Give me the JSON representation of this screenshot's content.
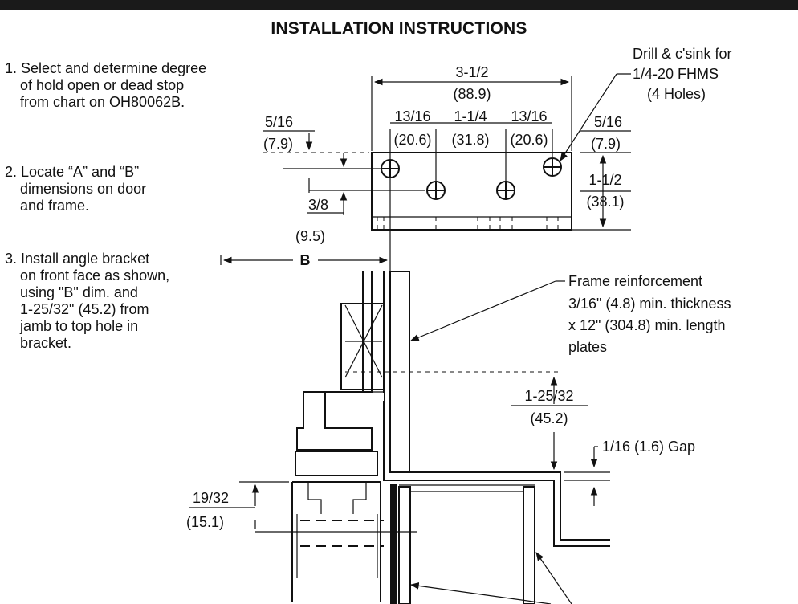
{
  "heading": "INSTALLATION INSTRUCTIONS",
  "steps": [
    {
      "lines": [
        "1. Select and determine degree",
        "of hold open or dead stop",
        "from chart on OH80062B."
      ]
    },
    {
      "lines": [
        "2. Locate “A” and “B”",
        "dimensions on door",
        "and frame."
      ]
    },
    {
      "lines": [
        "3. Install angle bracket",
        "on front face as shown,",
        "using \"B\" dim. and",
        "1-25/32\" (45.2) from",
        "jamb to top hole in",
        "bracket."
      ]
    }
  ],
  "callouts": {
    "drill_note": [
      "Drill & c'sink for",
      "1/4-20 FHMS",
      "(4 Holes)"
    ],
    "frame_reinforcement": [
      "Frame reinforcement",
      "3/16\" (4.8) min. thickness",
      "x 12\" (304.8) min. length",
      "plates"
    ],
    "gap": "1/16 (1.6) Gap",
    "dim_b": "B"
  },
  "dimensions": {
    "overall_width": {
      "fraction": "3-1/2",
      "metric": "(88.9)"
    },
    "left_edge": {
      "fraction": "5/16",
      "metric": "(7.9)"
    },
    "right_edge": {
      "fraction": "5/16",
      "metric": "(7.9)"
    },
    "hole_1": {
      "fraction": "13/16",
      "metric": "(20.6)"
    },
    "hole_2": {
      "fraction": "1-1/4",
      "metric": "(31.8)"
    },
    "hole_3": {
      "fraction": "13/16",
      "metric": "(20.6)"
    },
    "height": {
      "fraction": "1-1/2",
      "metric": "(38.1)"
    },
    "hole_offset": {
      "fraction": "3/8",
      "metric": "(9.5)"
    },
    "jamb_to_hole": {
      "fraction": "1-25/32",
      "metric": "(45.2)"
    },
    "arm": {
      "fraction": "19/32",
      "metric": "(15.1)"
    }
  }
}
